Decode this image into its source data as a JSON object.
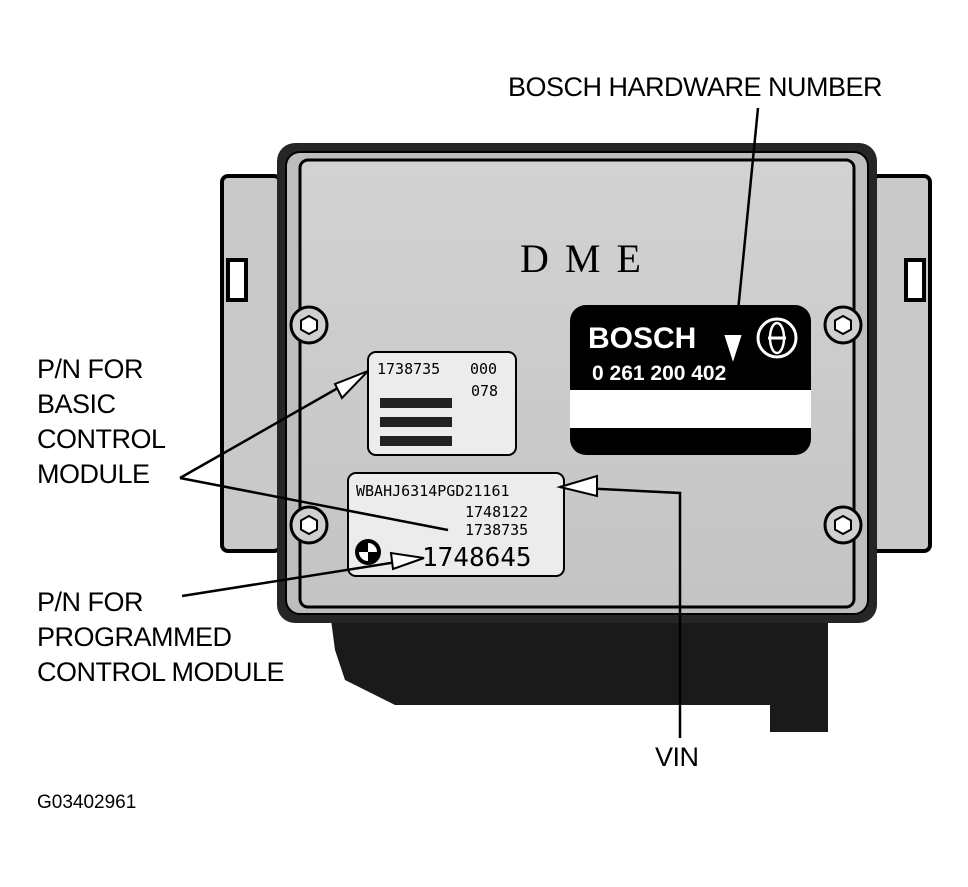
{
  "module": {
    "title": "DME",
    "brand": "BOSCH",
    "hardware_number": "0 261 200 402",
    "colors": {
      "housing": "#c8c8c8",
      "outline": "#000000",
      "connector": "#1a1a1a",
      "label_bg": "#ececec"
    }
  },
  "basic_label": {
    "part_number": "1738735",
    "suffix1": "000",
    "suffix2": "078"
  },
  "vin_label": {
    "vin": "WBAHJ6314PGD21161",
    "line2": "1748122",
    "line3": "1738735",
    "programmed_number": "1748645"
  },
  "callouts": {
    "bosch_hardware": "BOSCH HARDWARE NUMBER",
    "basic_module": [
      "P/N FOR",
      "BASIC",
      "CONTROL",
      "MODULE"
    ],
    "programmed_module": [
      "P/N FOR",
      "PROGRAMMED",
      "CONTROL MODULE"
    ],
    "vin": "VIN"
  },
  "figure_id": "G03402961",
  "icons": [
    "bmw-roundel-icon",
    "bosch-logo-icon",
    "mounting-screw-icon"
  ]
}
